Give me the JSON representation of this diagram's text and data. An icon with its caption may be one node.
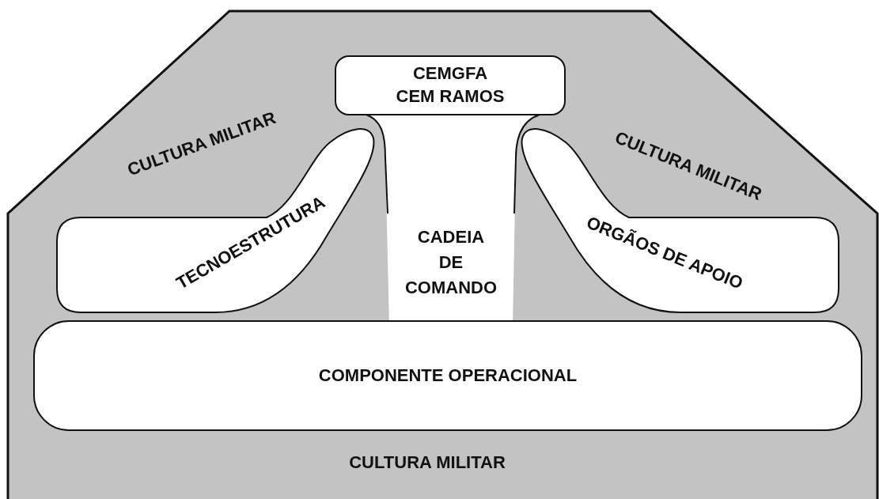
{
  "diagram": {
    "nodes": [
      {
        "text": [
          "CULTURA MILITAR",
          "CULTURA MILITAR",
          "CULTURA MILITAR"
        ]
      },
      {
        "text": [
          "CEMGFA CEM RAMOS"
        ],
        "in": 0
      },
      {
        "text": [
          "TECNOESTRUTURA"
        ],
        "in": 0
      },
      {
        "text": [
          "CADEIA DE COMANDO"
        ],
        "in": 0
      },
      {
        "text": [
          "ORGÃOS DE APOIO"
        ],
        "in": 0
      },
      {
        "text": [
          "COMPONENTE OPERACIONAL"
        ],
        "in": 0
      }
    ]
  }
}
